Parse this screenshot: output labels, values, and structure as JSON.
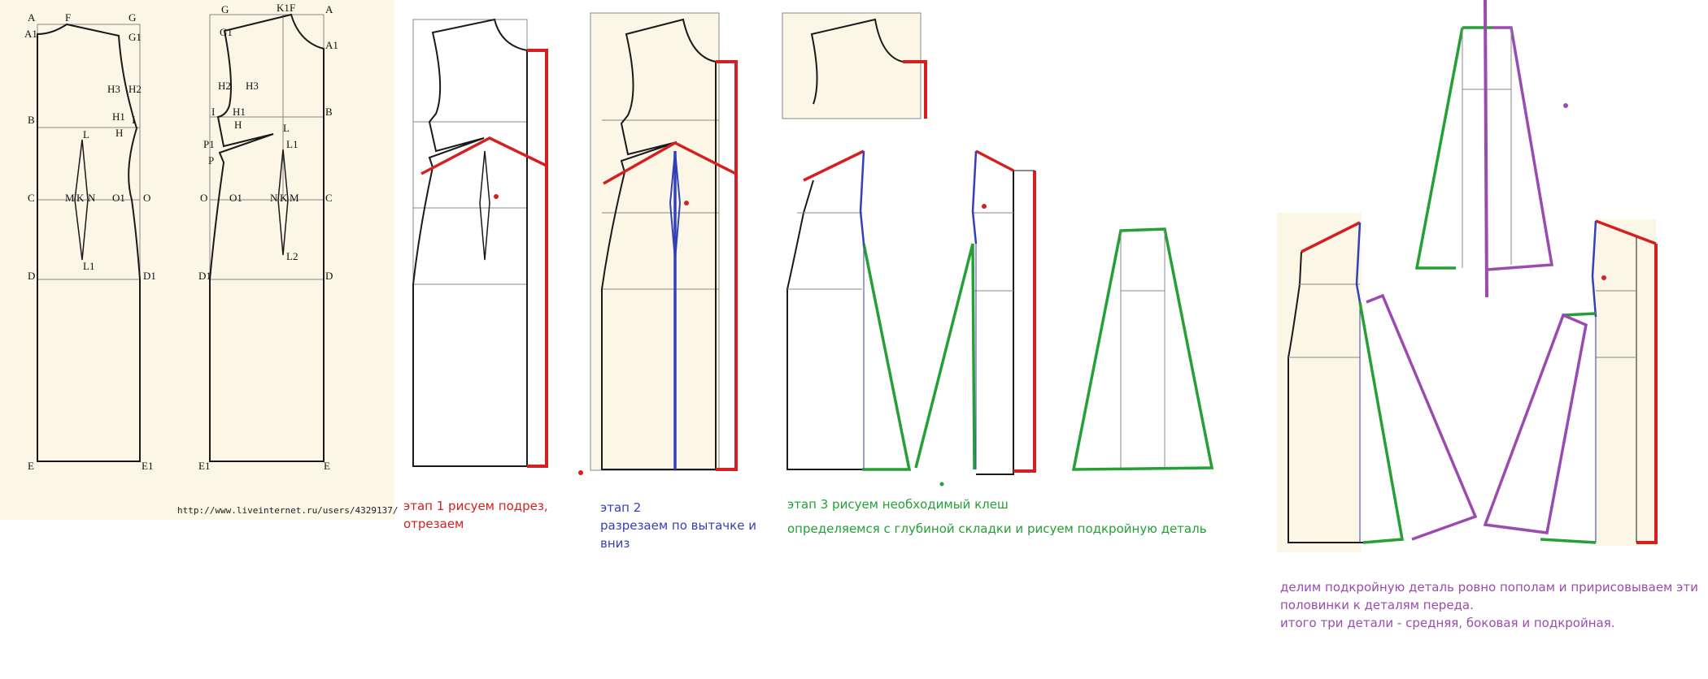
{
  "source_url": "http://www.liveinternet.ru/users/4329137/",
  "captions": {
    "stage1": [
      "этап 1 рисуем подрез,",
      "отрезаем"
    ],
    "stage2": [
      "этап 2",
      "разрезаем по вытачке и",
      "вниз"
    ],
    "stage3_title": "этап 3 рисуем необходимый клеш",
    "stage3_sub": "определяемся с глубиной складки и рисуем подкройную деталь",
    "final": [
      "делим подкройную деталь ровно пополам и пририсовываем эти",
      "половинки к деталям переда.",
      "итого три детали -  средняя, боковая и подкройная."
    ]
  },
  "colors": {
    "red": "#d42020",
    "blue": "#3340b8",
    "green": "#25a035",
    "purple": "#9b4bb0",
    "paper": "#fbf6e6",
    "line": "#1a1a1a"
  },
  "point_labels": {
    "back": [
      "A",
      "F",
      "G",
      "A1",
      "G1",
      "H3",
      "H2",
      "H1",
      "I",
      "B",
      "H",
      "L",
      "C",
      "M",
      "K",
      "N",
      "O1",
      "O",
      "D",
      "L1",
      "D1",
      "E",
      "E1"
    ],
    "front": [
      "G",
      "K1",
      "F",
      "A",
      "G1",
      "A1",
      "H2",
      "H3",
      "I",
      "H1",
      "H",
      "B",
      "L",
      "P1",
      "L1",
      "P",
      "O",
      "O1",
      "N",
      "K",
      "M",
      "C",
      "L2",
      "D1",
      "D",
      "E1",
      "E"
    ]
  }
}
